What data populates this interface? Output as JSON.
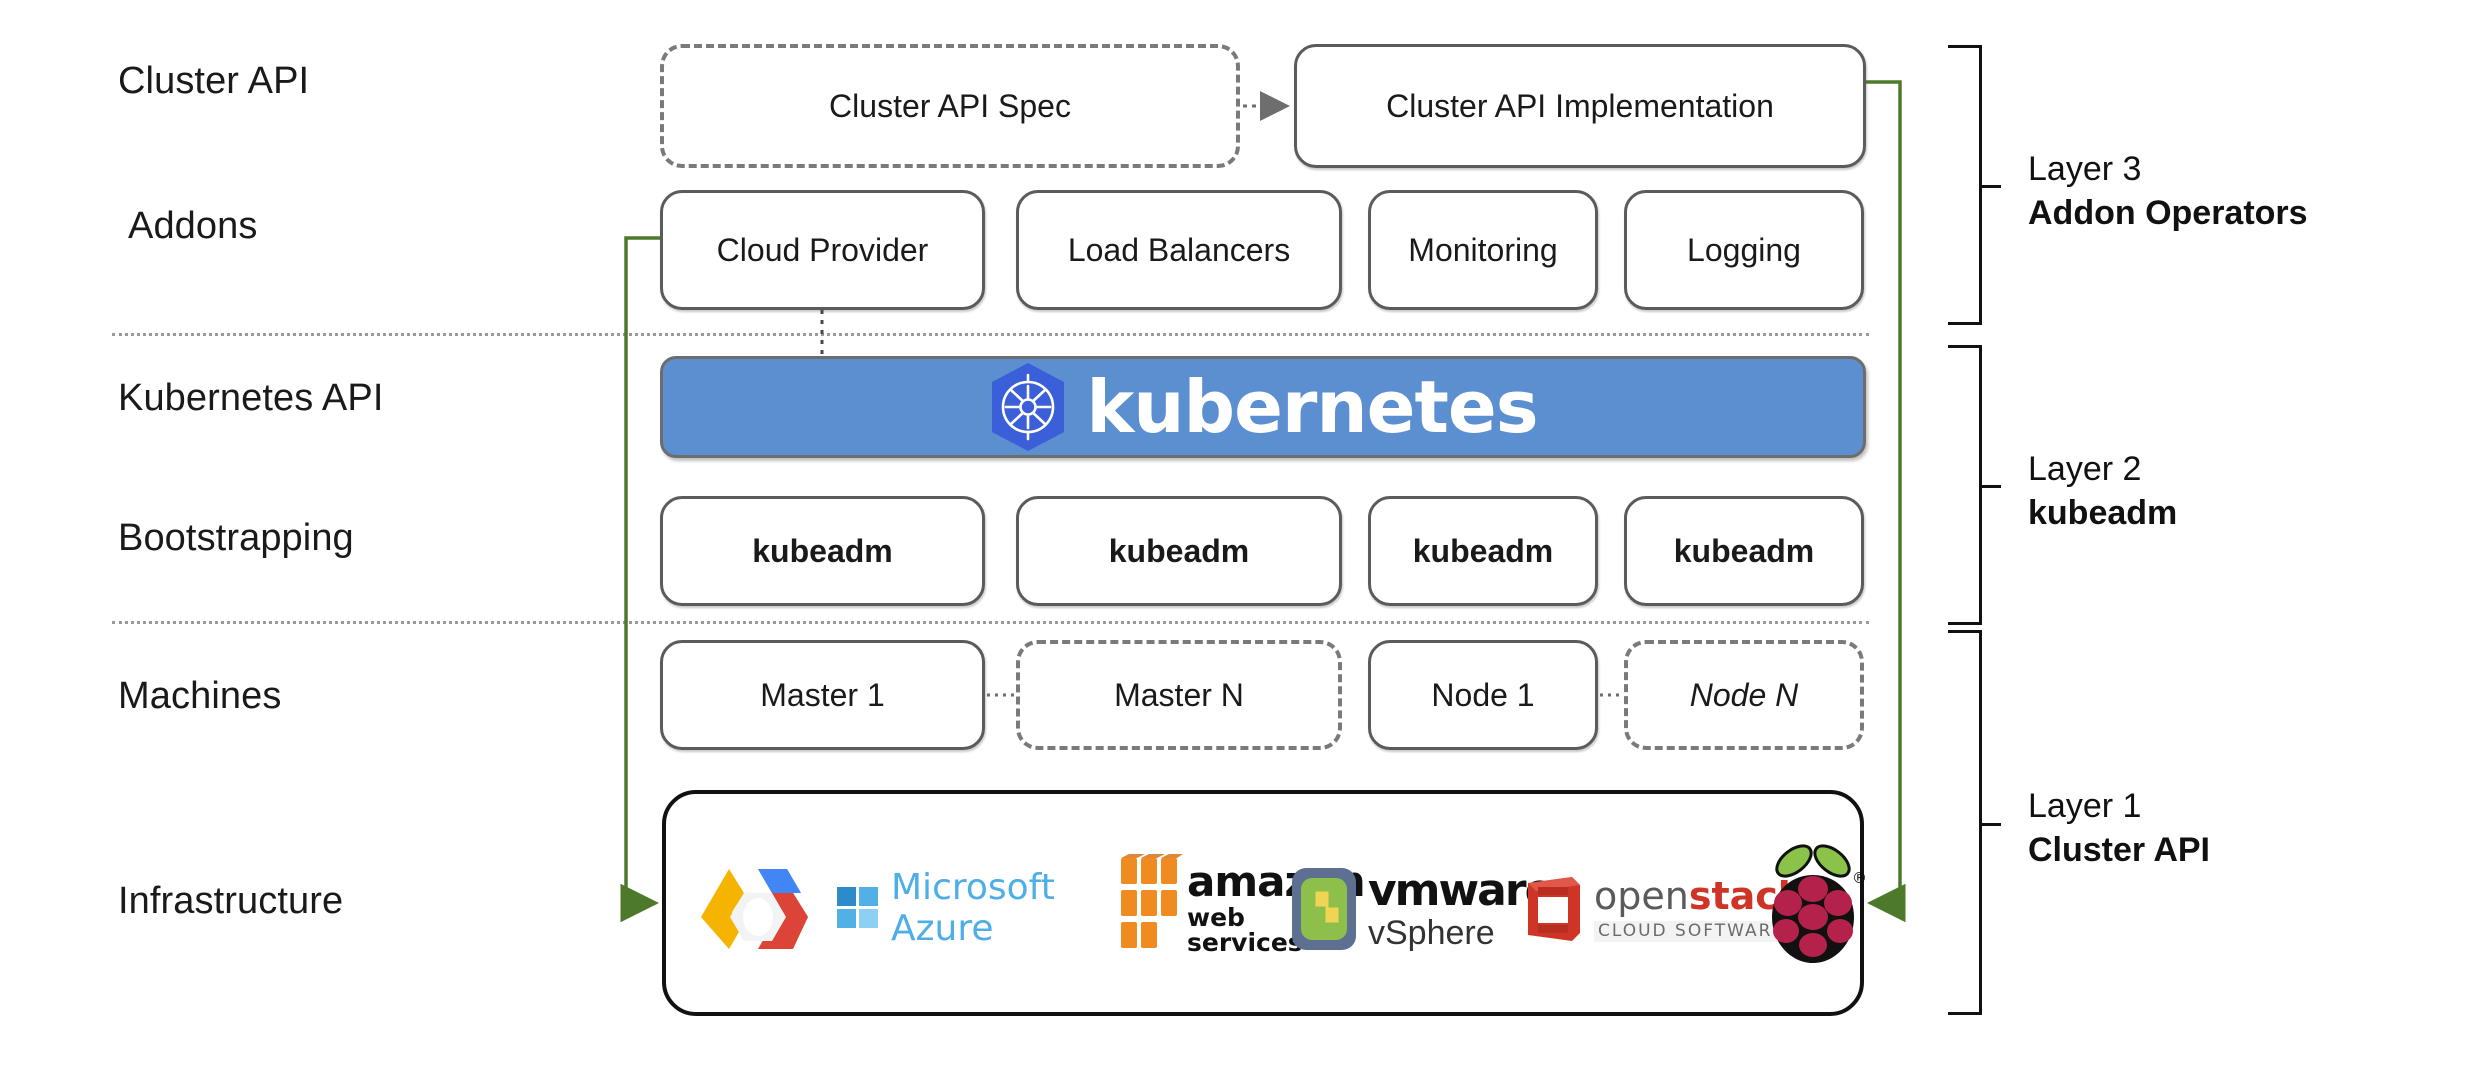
{
  "diagram": {
    "title": "Kubernetes Cluster API layered architecture",
    "colors": {
      "kubernetes_blue": "#5b8fd0",
      "arrow_green": "#4d7a2a",
      "box_border": "#5b5b5b",
      "dashed_border": "#7a7a7a",
      "separator": "#9a9a9a",
      "infra_border": "#111111"
    },
    "row_labels": [
      {
        "id": "cluster-api",
        "text": "Cluster API"
      },
      {
        "id": "addons",
        "text": "Addons"
      },
      {
        "id": "kubernetes-api",
        "text": "Kubernetes API"
      },
      {
        "id": "bootstrapping",
        "text": "Bootstrapping"
      },
      {
        "id": "machines",
        "text": "Machines"
      },
      {
        "id": "infrastructure",
        "text": "Infrastructure"
      }
    ],
    "cluster_api_row": [
      {
        "id": "cluster-api-spec",
        "text": "Cluster API Spec",
        "style": "dashed"
      },
      {
        "id": "cluster-api-implementation",
        "text": "Cluster API Implementation",
        "style": "solid"
      }
    ],
    "addons_row": [
      {
        "id": "cloud-provider",
        "text": "Cloud Provider",
        "style": "solid"
      },
      {
        "id": "load-balancers",
        "text": "Load Balancers",
        "style": "solid"
      },
      {
        "id": "monitoring",
        "text": "Monitoring",
        "style": "solid"
      },
      {
        "id": "logging",
        "text": "Logging",
        "style": "solid"
      }
    ],
    "kubernetes_banner": {
      "id": "kubernetes-banner",
      "text": "kubernetes",
      "logo": "kubernetes-helm-wheel-icon"
    },
    "bootstrapping_row": [
      {
        "id": "kubeadm-1",
        "text": "kubeadm",
        "style": "solid"
      },
      {
        "id": "kubeadm-2",
        "text": "kubeadm",
        "style": "solid"
      },
      {
        "id": "kubeadm-3",
        "text": "kubeadm",
        "style": "solid"
      },
      {
        "id": "kubeadm-4",
        "text": "kubeadm",
        "style": "solid"
      }
    ],
    "machines_row": [
      {
        "id": "master-1",
        "text": "Master 1",
        "style": "solid"
      },
      {
        "id": "master-n",
        "text": "Master N",
        "style": "dashed"
      },
      {
        "id": "node-1",
        "text": "Node 1",
        "style": "solid"
      },
      {
        "id": "node-n",
        "text": "Node N",
        "style": "dashed",
        "italic_tail": "N"
      }
    ],
    "infrastructure_logos": [
      {
        "id": "google-cloud-platform",
        "name": "google-cloud-logo",
        "label": ""
      },
      {
        "id": "microsoft-azure",
        "name": "azure-logo",
        "label": "Microsoft Azure"
      },
      {
        "id": "amazon-web-services",
        "name": "aws-logo",
        "label": "amazon",
        "sublabel": "web services"
      },
      {
        "id": "vmware-vsphere",
        "name": "vmware-logo",
        "label": "vmware",
        "sublabel": "vSphere"
      },
      {
        "id": "openstack",
        "name": "openstack-logo",
        "label": "openstack",
        "sublabel": "CLOUD SOFTWARE"
      },
      {
        "id": "raspberry-pi",
        "name": "raspberry-pi-logo",
        "label": ""
      }
    ],
    "layers": [
      {
        "id": "layer-3",
        "number": "Layer 3",
        "name": "Addon Operators"
      },
      {
        "id": "layer-2",
        "number": "Layer 2",
        "name": "kubeadm"
      },
      {
        "id": "layer-1",
        "number": "Layer 1",
        "name": "Cluster API"
      }
    ]
  }
}
